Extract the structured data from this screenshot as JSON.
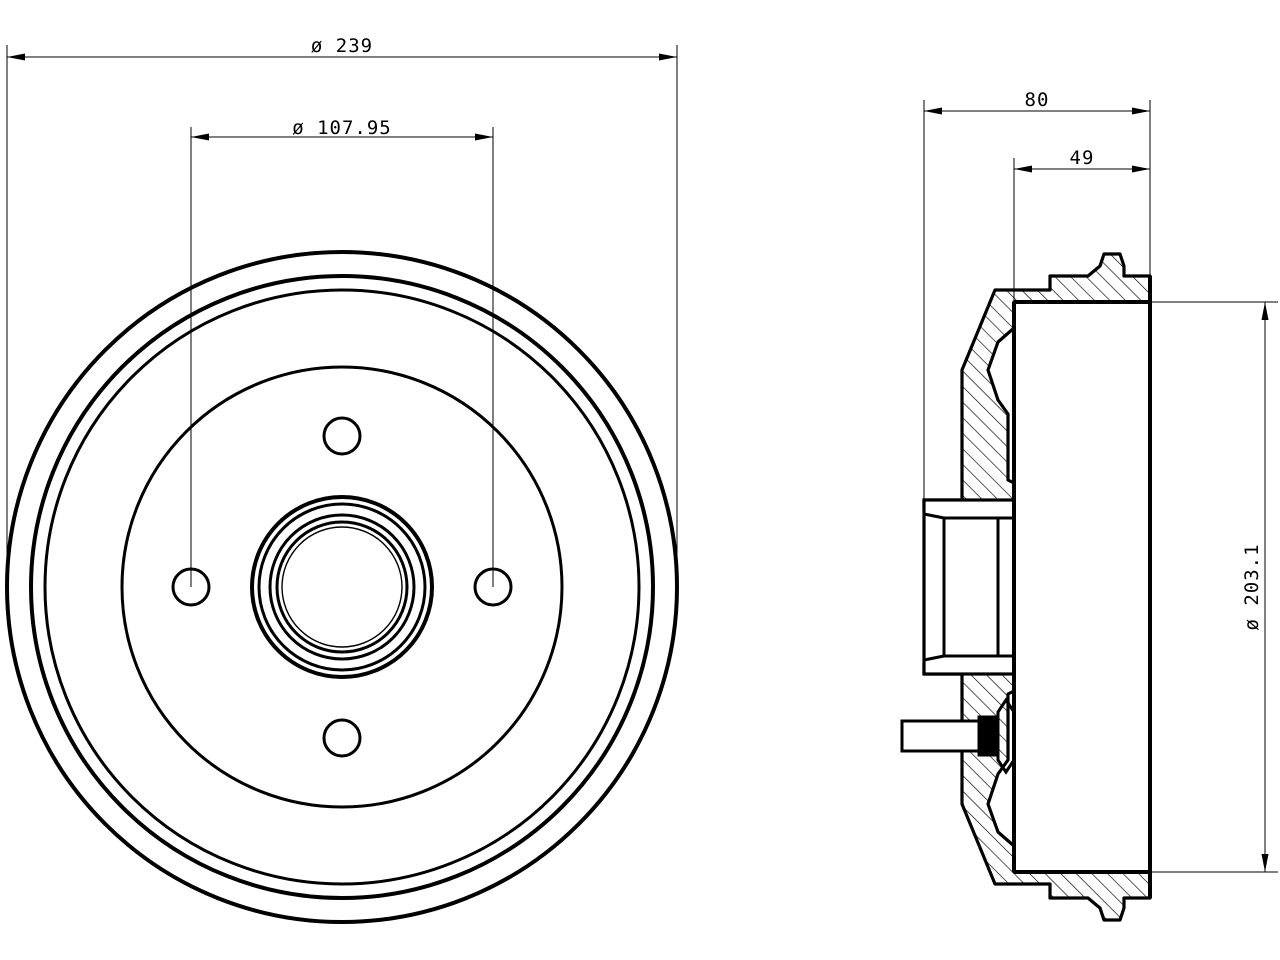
{
  "dimensions": {
    "outer_diameter": "ø 239",
    "bolt_circle": "ø 107.95",
    "overall_width": "80",
    "drum_depth": "49",
    "inner_diameter": "ø 203.1"
  }
}
